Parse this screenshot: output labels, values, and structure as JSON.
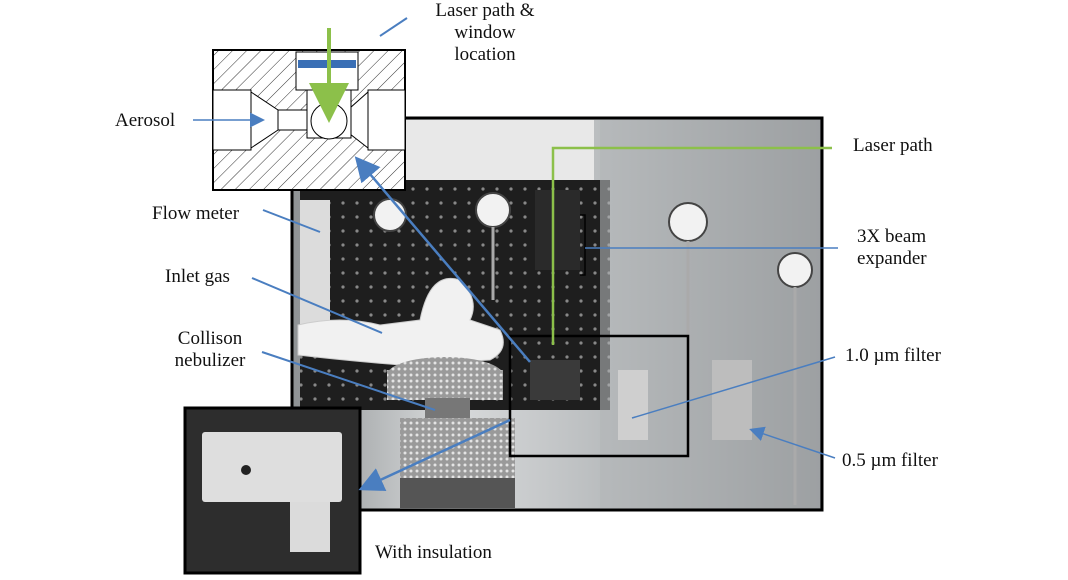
{
  "figure": {
    "labels": {
      "laser_window": [
        "Laser path &",
        "window",
        "location"
      ],
      "aerosol": "Aerosol",
      "flow_meter": "Flow meter",
      "inlet_gas": "Inlet gas",
      "collison": [
        "Collison",
        "nebulizer"
      ],
      "laser_path": "Laser path",
      "beam_expander": [
        "3X beam",
        "expander"
      ],
      "filter_10": "1.0 µm filter",
      "filter_05": "0.5 µm filter",
      "with_insulation": "With insulation"
    },
    "colors": {
      "arrow": "#4a7ec0",
      "laser": "#8cc04a",
      "window": "#3a6fb5",
      "frame": "#000000",
      "photo_bg": "#3a3a3a",
      "steel": "#c9cccf"
    }
  }
}
